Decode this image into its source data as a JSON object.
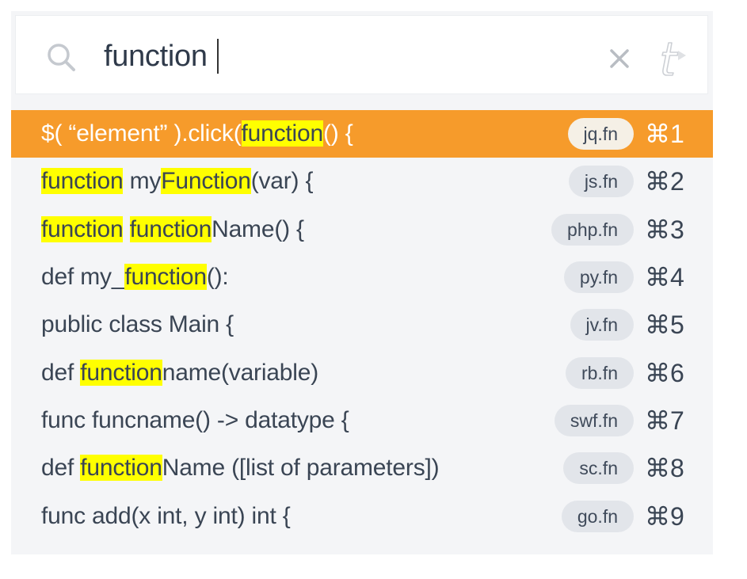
{
  "search": {
    "query": "function"
  },
  "results": [
    {
      "segments": [
        {
          "text": "$( “element” ).click(",
          "hl": false
        },
        {
          "text": "function",
          "hl": true
        },
        {
          "text": "() {",
          "hl": false
        }
      ],
      "tag": "jq.fn",
      "shortcut": "⌘1",
      "selected": true
    },
    {
      "segments": [
        {
          "text": "function",
          "hl": true
        },
        {
          "text": " my",
          "hl": false
        },
        {
          "text": "Function",
          "hl": true
        },
        {
          "text": "(var) {",
          "hl": false
        }
      ],
      "tag": "js.fn",
      "shortcut": "⌘2",
      "selected": false
    },
    {
      "segments": [
        {
          "text": "function",
          "hl": true
        },
        {
          "text": " ",
          "hl": false
        },
        {
          "text": "function",
          "hl": true
        },
        {
          "text": "Name() {",
          "hl": false
        }
      ],
      "tag": "php.fn",
      "shortcut": "⌘3",
      "selected": false
    },
    {
      "segments": [
        {
          "text": "def my_",
          "hl": false
        },
        {
          "text": "function",
          "hl": true
        },
        {
          "text": "():",
          "hl": false
        }
      ],
      "tag": "py.fn",
      "shortcut": "⌘4",
      "selected": false
    },
    {
      "segments": [
        {
          "text": "public class Main {",
          "hl": false
        }
      ],
      "tag": "jv.fn",
      "shortcut": "⌘5",
      "selected": false
    },
    {
      "segments": [
        {
          "text": "def ",
          "hl": false
        },
        {
          "text": "function",
          "hl": true
        },
        {
          "text": "name(variable)",
          "hl": false
        }
      ],
      "tag": "rb.fn",
      "shortcut": "⌘6",
      "selected": false
    },
    {
      "segments": [
        {
          "text": "func funcname() -> datatype {",
          "hl": false
        }
      ],
      "tag": "swf.fn",
      "shortcut": "⌘7",
      "selected": false
    },
    {
      "segments": [
        {
          "text": "def ",
          "hl": false
        },
        {
          "text": "function",
          "hl": true
        },
        {
          "text": "Name ([list of parameters])",
          "hl": false
        }
      ],
      "tag": "sc.fn",
      "shortcut": "⌘8",
      "selected": false
    },
    {
      "segments": [
        {
          "text": "func add(x int, y int) int {",
          "hl": false
        }
      ],
      "tag": "go.fn",
      "shortcut": "⌘9",
      "selected": false
    }
  ],
  "colors": {
    "selected_row": "#f69b2b",
    "highlight": "#ffff00",
    "text": "#3a4554",
    "tag_bg": "#e2e5ea"
  },
  "icons": {
    "search": "search-icon",
    "clear": "close-icon",
    "brand": "brand-logo-icon"
  }
}
